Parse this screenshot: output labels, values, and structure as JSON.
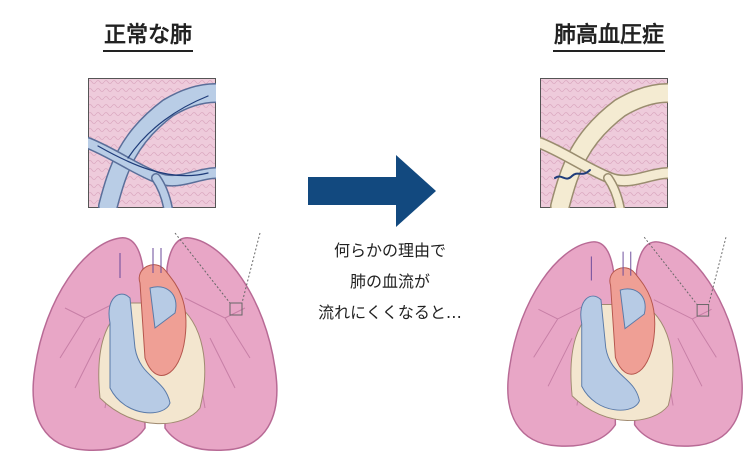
{
  "left_panel": {
    "title": "正常な肺"
  },
  "right_panel": {
    "title": "肺高血圧症"
  },
  "caption": {
    "lines": [
      "何らかの理由で",
      "肺の血流が",
      "流れにくくなると…"
    ]
  },
  "colors": {
    "arrow": "#12497f",
    "lung": "#e9a9c9",
    "tissue": "#efc9d9",
    "vessel_blue": "#b9cde6",
    "vessel_cream": "#f4ebd2",
    "heart_red": "#ef9f95"
  }
}
